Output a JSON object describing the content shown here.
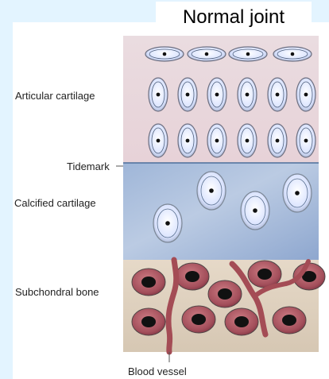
{
  "title": "Normal joint",
  "labels": {
    "articular_cartilage": "Articular cartilage",
    "tidemark": "Tidemark",
    "calcified_cartilage": "Calcified cartilage",
    "subchondral_bone": "Subchondral bone",
    "blood_vessel": "Blood vessel"
  },
  "colors": {
    "background": "#e3f4ff",
    "panel": "#ffffff",
    "articular_layer": "#ead7dc",
    "calcified_layer": "#a9bcd8",
    "bone_layer": "#ded1c0",
    "cell_fill": "#dbe4ff",
    "bone_cell": "#a34f5b",
    "vessel": "#a44c55"
  }
}
